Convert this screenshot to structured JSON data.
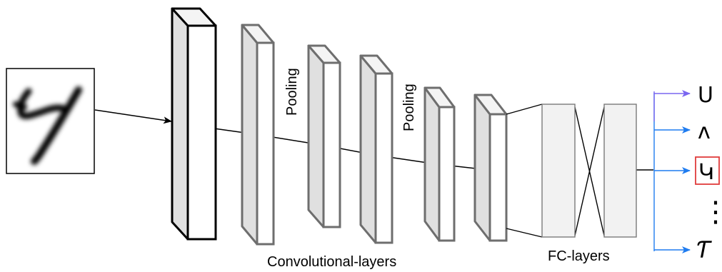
{
  "labels": {
    "pooling_1": "Pooling",
    "pooling_2": "Pooling",
    "conv_layers": "Convolutional-layers",
    "fc_layers": "FC-layers"
  },
  "outputs": [
    {
      "glyph": "U",
      "highlighted": false
    },
    {
      "glyph": "ʌ",
      "highlighted": false
    },
    {
      "glyph": "Կ",
      "highlighted": true
    },
    {
      "glyph": "Ƭ",
      "highlighted": false
    }
  ],
  "ellipsis": "⋮",
  "colors": {
    "block_stroke": "#6e6e6e",
    "first_block_stroke": "#000000",
    "side_face": "#e0e0e0",
    "fc_fill": "#f2f2f2",
    "arrow_blue": "#1f7cf0",
    "arrow_purple": "#7a66f0",
    "highlight": "#e03c3c"
  }
}
